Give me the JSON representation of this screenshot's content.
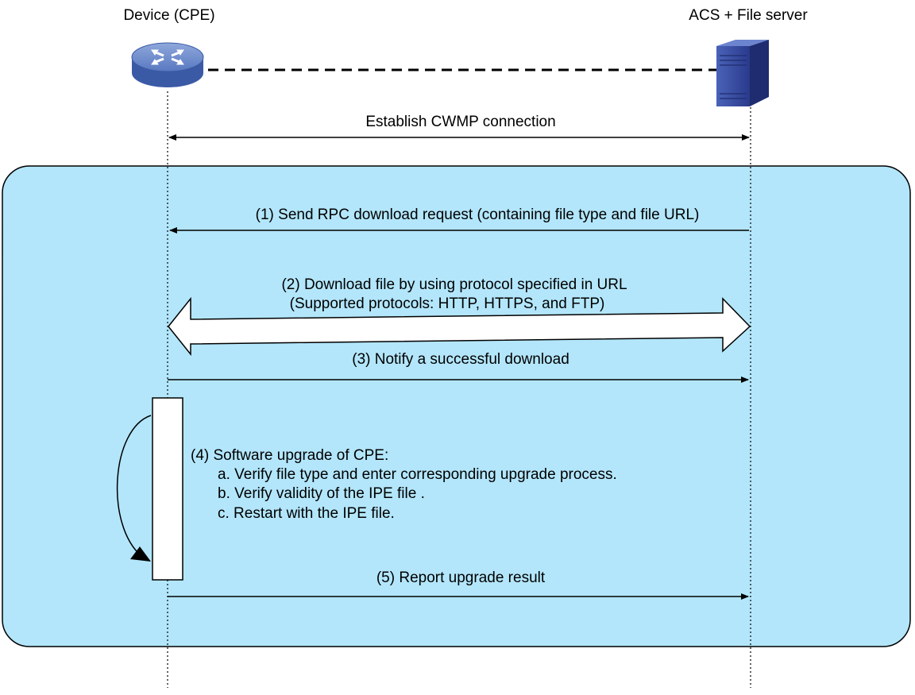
{
  "participants": {
    "device": {
      "label": "Device (CPE)",
      "icon": "router-icon"
    },
    "acs": {
      "label": "ACS + File server",
      "icon": "server-icon"
    }
  },
  "connection": {
    "label": "Establish CWMP connection"
  },
  "steps": {
    "step1": "(1) Send RPC download request (containing file type and file URL)",
    "step2_line1": "(2) Download file by using protocol specified in URL",
    "step2_line2": "(Supported protocols: HTTP, HTTPS, and FTP)",
    "step3": "(3) Notify a successful download",
    "step4_title": "(4) Software upgrade of CPE:",
    "step4_a": "a. Verify file type and enter corresponding upgrade process.",
    "step4_b": "b. Verify validity of the IPE file .",
    "step4_c": "c. Restart with the IPE file.",
    "step5": "(5) Report upgrade result"
  },
  "colors": {
    "process_fill": "#b3e6fb",
    "outline": "#000000",
    "router_blue": "#4b6bb4",
    "server_blue": "#2d3f8f"
  }
}
